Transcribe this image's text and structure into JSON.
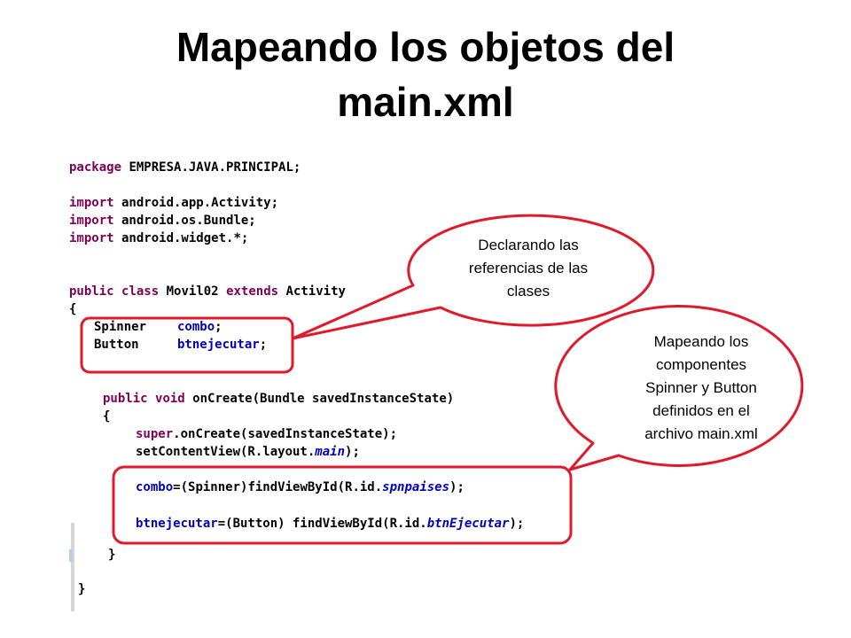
{
  "title": {
    "line1": "Mapeando los objetos del",
    "line2": "main.xml"
  },
  "code": {
    "package": {
      "kw": "package",
      "rest": " EMPRESA.JAVA.PRINCIPAL;"
    },
    "imports": [
      {
        "kw": "import",
        "rest": " android.app.Activity;"
      },
      {
        "kw": "import",
        "rest": " android.os.Bundle;"
      },
      {
        "kw": "import",
        "rest": " android.widget.*;"
      }
    ],
    "class_decl": {
      "kw1": "public",
      "kw2": "class",
      "name": "Movil02",
      "kw3": "extends",
      "parent": "Activity"
    },
    "open_brace": "{",
    "fields": [
      {
        "type": "Spinner",
        "name": "combo",
        "end": ";"
      },
      {
        "type": "Button",
        "name": "btnejecutar",
        "end": ";"
      }
    ],
    "method_decl": {
      "kw1": "public",
      "kw2": "void",
      "rest": "onCreate(Bundle savedInstanceState)"
    },
    "method_open": "{",
    "super_call": {
      "kw": "super",
      "rest": ".onCreate(savedInstanceState);"
    },
    "content_view": {
      "pre": "setContentView(R.layout.",
      "ital": "main",
      "post": ");"
    },
    "find1": {
      "var": "combo",
      "pre": "=(Spinner)findViewById(R.id.",
      "ital": "spnpaises",
      "post": ");"
    },
    "find2": {
      "var": "btnejecutar",
      "pre": "=(Button) findViewById(R.id.",
      "ital": "btnEjecutar",
      "post": ");"
    },
    "method_close": "}",
    "class_close": "}"
  },
  "callouts": {
    "first": [
      "Declarando las",
      "referencias de las",
      "clases"
    ],
    "second": [
      "Mapeando los",
      "componentes",
      "Spinner  y Button",
      "definidos en el",
      "archivo  main.xml"
    ]
  },
  "colors": {
    "keyword": "#7f0055",
    "field": "#0000c0",
    "highlight": "#e0192b"
  }
}
